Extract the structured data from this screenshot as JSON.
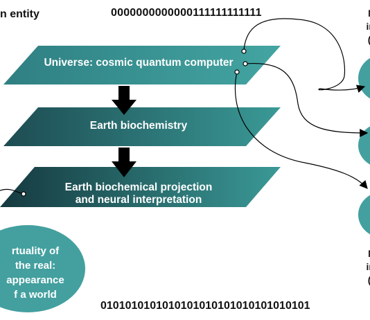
{
  "labels": {
    "top_left": "n entity",
    "binary_top": "0000000000000111111111111",
    "binary_bottom": "0101010101010101010101010101010101",
    "right_top": [
      "M",
      "inf",
      "(e"
    ],
    "right_bottom": [
      "M",
      "inf",
      "(e"
    ]
  },
  "planes": {
    "universe": "Universe: cosmic quantum computer",
    "earth": "Earth biochemistry",
    "projection": [
      "Earth biochemical projection",
      "and neural interpretation"
    ]
  },
  "virtuality": [
    "rtuality of",
    "the real:",
    "appearance",
    "f a world"
  ],
  "colors": {
    "teal": "#3a9a98",
    "teal_dark": "#1f4f53",
    "circle_teal": "#43a09f",
    "arrow": "#000000"
  }
}
